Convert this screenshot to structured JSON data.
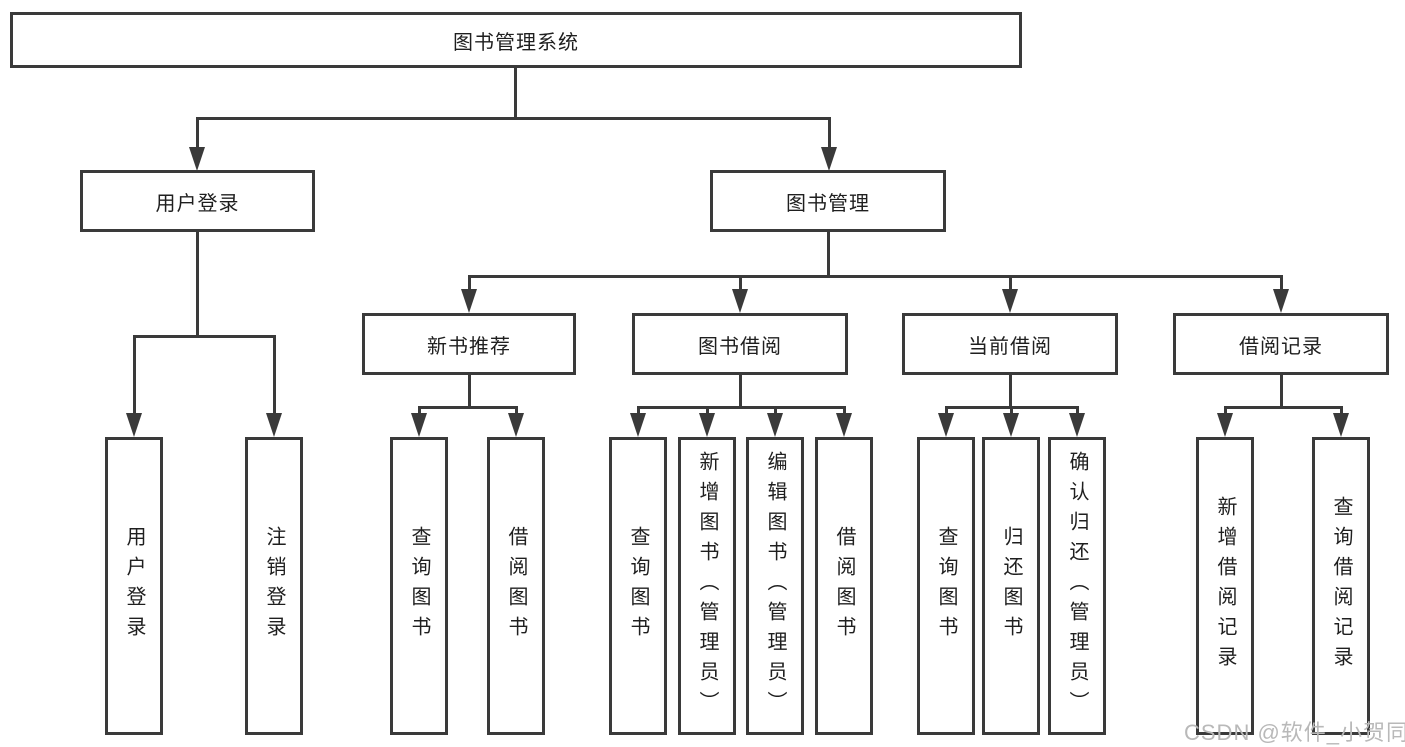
{
  "tree": {
    "label": "图书管理系统",
    "children": [
      {
        "label": "用户登录",
        "children": [
          {
            "label": "用户登录"
          },
          {
            "label": "注销登录"
          }
        ]
      },
      {
        "label": "图书管理",
        "children": [
          {
            "label": "新书推荐",
            "children": [
              {
                "label": "查询图书"
              },
              {
                "label": "借阅图书"
              }
            ]
          },
          {
            "label": "图书借阅",
            "children": [
              {
                "label": "查询图书"
              },
              {
                "label": "新增图书（管理员）"
              },
              {
                "label": "编辑图书（管理员）"
              },
              {
                "label": "借阅图书"
              }
            ]
          },
          {
            "label": "当前借阅",
            "children": [
              {
                "label": "查询图书"
              },
              {
                "label": "归还图书"
              },
              {
                "label": "确认归还（管理员）"
              }
            ]
          },
          {
            "label": "借阅记录",
            "children": [
              {
                "label": "新增借阅记录"
              },
              {
                "label": "查询借阅记录"
              }
            ]
          }
        ]
      }
    ]
  },
  "watermark": {
    "text": "CSDN @软件_小贺同学"
  },
  "colors": {
    "line": "#3a3a3a",
    "text": "#1f1f1f",
    "watermark": "#b9b9b9",
    "background": "#ffffff"
  }
}
